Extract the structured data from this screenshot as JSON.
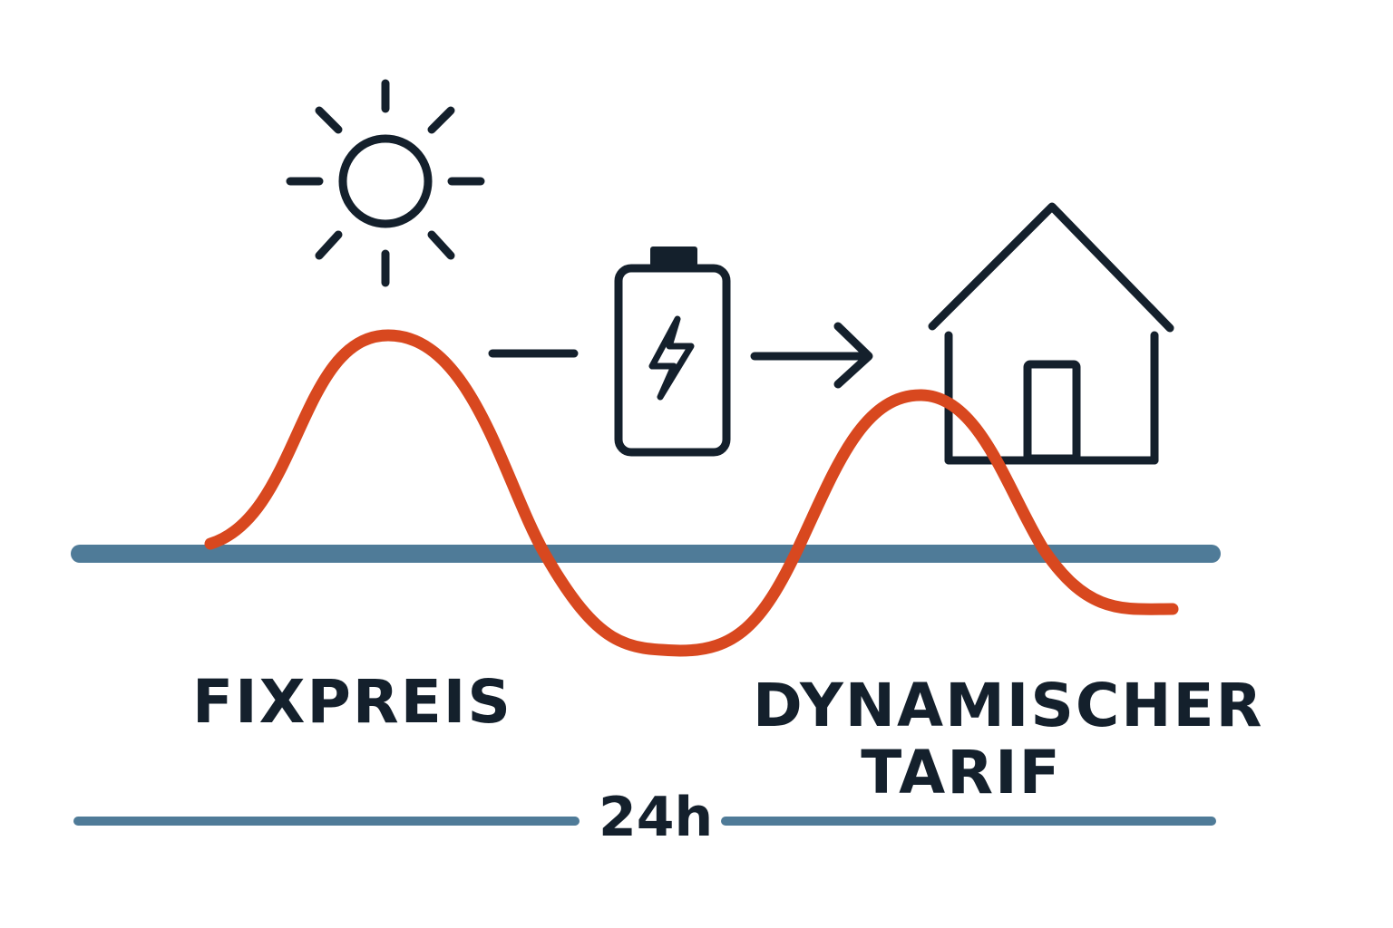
{
  "labels": {
    "fixed": "FIXPREIS",
    "dynamic_line1": "DYNAMISCHER",
    "dynamic_line2": "TARIF",
    "duration": "24h"
  },
  "icons": [
    "sun-icon",
    "battery-icon",
    "arrow-right-icon",
    "house-icon"
  ],
  "colors": {
    "ink": "#14202c",
    "fixed_line": "#4f7b98",
    "dynamic_curve": "#d8481f",
    "background": "#ffffff"
  }
}
